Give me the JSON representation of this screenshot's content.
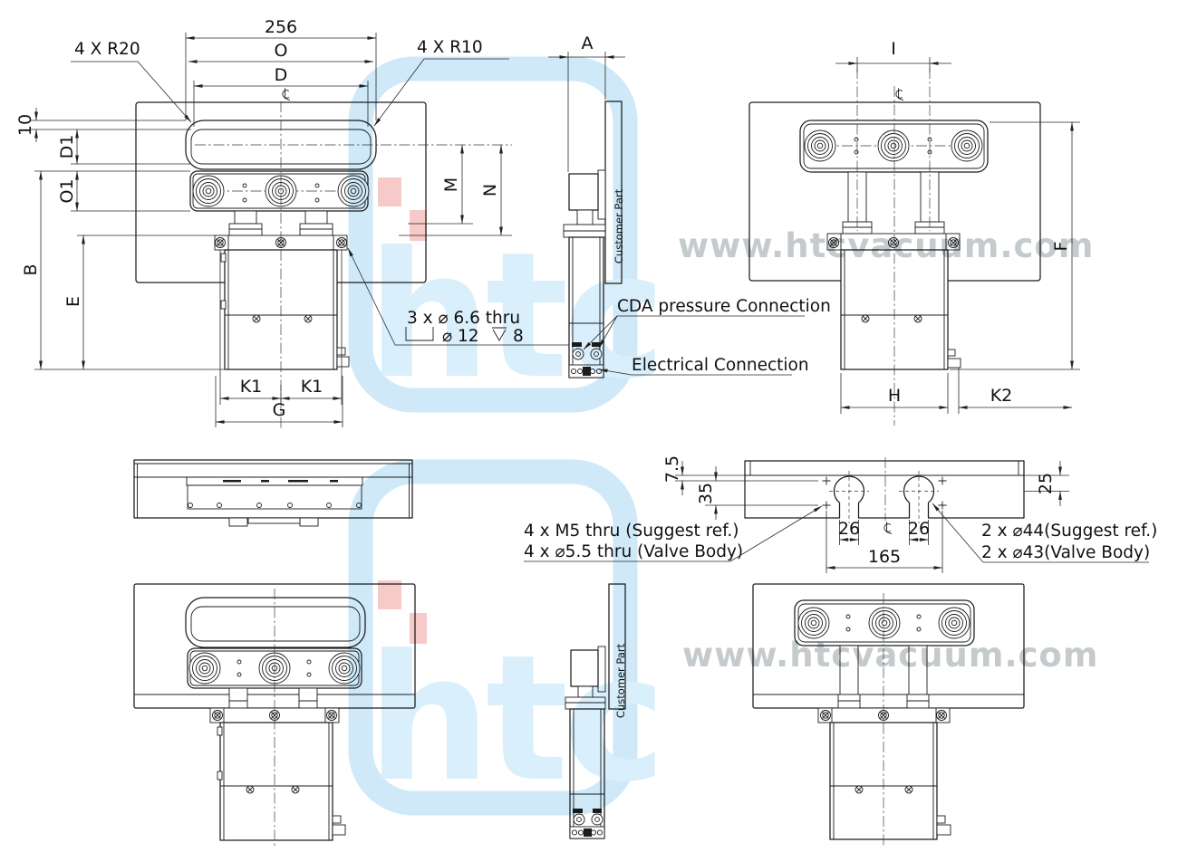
{
  "drawing": {
    "front_view": {
      "dim_256": "256",
      "dim_O": "O",
      "dim_D": "D",
      "note_r20": "4 X R20",
      "note_r10": "4 X R10",
      "dim_10": "10",
      "dim_D1": "D1",
      "dim_O1": "O1",
      "dim_B": "B",
      "dim_E": "E",
      "dim_M": "M",
      "dim_N": "N",
      "dim_K1a": "K1",
      "dim_K1b": "K1",
      "dim_G": "G",
      "hole_note_line1": "3 x ⌀ 6.6 thru",
      "hole_note_cb_dia": "⌀ 12",
      "hole_note_depth": "8"
    },
    "side_view": {
      "dim_A": "A",
      "customer_part": "Customer Part",
      "cda_label": "CDA pressure Connection",
      "electrical_label": "Electrical Connection"
    },
    "rear_view": {
      "dim_I": "I",
      "dim_F": "F",
      "dim_H": "H",
      "dim_K2": "K2"
    },
    "bottom_view": {
      "dim_7_5": "7.5",
      "dim_35": "35",
      "dim_25": "25",
      "dim_26a": "26",
      "dim_26b": "26",
      "dim_165": "165",
      "note_m5_line1": "4 x  M5 thru (Suggest ref.)",
      "note_m5_line2": "4 x  ⌀5.5 thru (Valve Body)",
      "note_d44_line1": "2 x ⌀44(Suggest ref.)",
      "note_d44_line2": "2 x ⌀43(Valve Body)"
    },
    "side_view_bottom": {
      "customer_part": "Customer Part"
    },
    "watermark": {
      "logo": "htc",
      "url": "www.htcvacuum.com"
    },
    "icons": {
      "centerline": "℄",
      "counterbore": "⌴",
      "depth": "⌵",
      "diameter": "⌀"
    },
    "colors": {
      "line": "#1c1c1c",
      "watermark_blue": "#cfe9f8",
      "watermark_red": "#f7caca",
      "watermark_gray": "#c5cacd"
    }
  }
}
